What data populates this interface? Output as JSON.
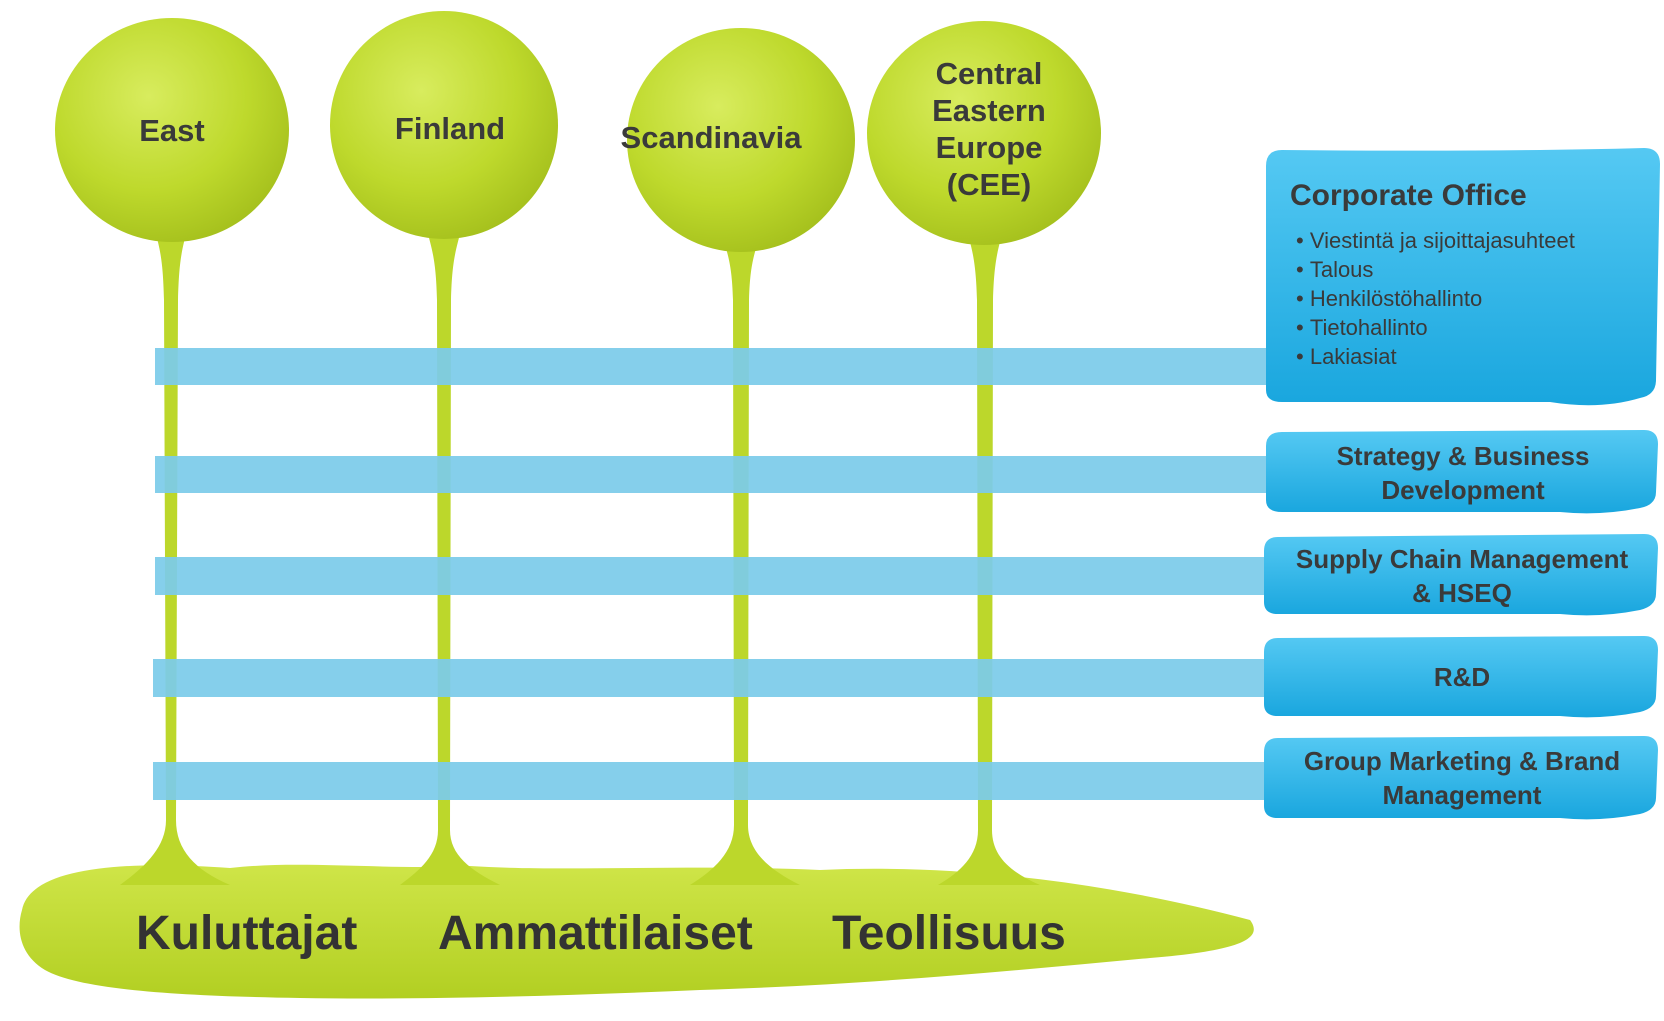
{
  "regions": [
    {
      "label": "East"
    },
    {
      "label": "Finland"
    },
    {
      "label": "Scandinavia"
    },
    {
      "label": "Central\nEastern\nEurope\n(CEE)"
    }
  ],
  "segments": [
    "Kuluttajat",
    "Ammattilaiset",
    "Teollisuus"
  ],
  "corporate_office": {
    "title": "Corporate Office",
    "items": [
      "Viestintä ja sijoittajasuhteet",
      "Talous",
      "Henkilöstöhallinto",
      "Tietohallinto",
      "Lakiasiat"
    ]
  },
  "functions": [
    {
      "label": "Strategy & Business\nDevelopment"
    },
    {
      "label": "Supply Chain Management\n& HSEQ"
    },
    {
      "label": "R&D"
    },
    {
      "label": "Group Marketing & Brand\nManagement"
    }
  ],
  "colors": {
    "paint_green": "#bcd72b",
    "paint_green_dark": "#a9c41f",
    "paint_green_light": "#d4e85a",
    "stripe_blue": "#7ccbea",
    "box_blue": "#1eafe4",
    "box_blue_light": "#4cc6f2",
    "text_dark": "#3a3a3a"
  }
}
